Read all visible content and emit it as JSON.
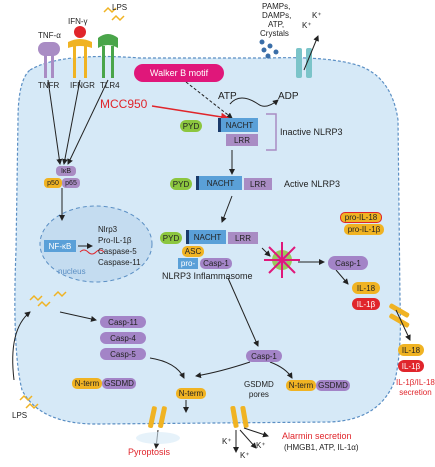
{
  "receptors": {
    "tnfa": "TNF-α",
    "ifng": "IFN-γ",
    "lps_top": "LPS",
    "tnfr": "TNFR",
    "ifngr": "IFNGR",
    "tlr4": "TLR4"
  },
  "stimuli": {
    "pamps": "PAMPs,",
    "damps": "DAMPs,",
    "atp": "ATP,",
    "crystals": "Crystals",
    "k1": "K⁺",
    "k2": "K⁺"
  },
  "walker_b": "Walker B motif",
  "mcc950": "MCC950",
  "atp_label": "ATP",
  "adp_label": "ADP",
  "inactive_label": "Inactive NLRP3",
  "active_label": "Active NLRP3",
  "domains": {
    "pyd": "PYD",
    "nacht": "NACHT",
    "lrr": "LRR",
    "asc": "ASC",
    "pro": "pro-",
    "casp1": "Casp-1"
  },
  "inflammasome_label": "NLRP3 Inflammasome",
  "nfkb": {
    "ikb": "IκB",
    "p50": "p50",
    "p65": "p65",
    "nucleus_nfkb": "NF-κB",
    "nucleus": "nucleus",
    "genes": [
      "Nlrp3",
      "Pro-IL-1β",
      "Caspase-5",
      "Caspase-11"
    ]
  },
  "casp1_active": "Casp-1",
  "pro_il18": "pro-IL-18",
  "pro_il1b": "pro-IL-1β",
  "il18": "IL-18",
  "il1b": "IL-1β",
  "il18_out": "IL-18",
  "il1b_out": "IL-1β",
  "secretion": "IL-1β/IL-18\nsecretion",
  "caspases": [
    "Casp-11",
    "Casp-4",
    "Casp-5"
  ],
  "nterm": "N-term",
  "gsdmd": "GSDMD",
  "casp1_lower": "Casp-1",
  "gsdmd_pores": "GSDMD\npores",
  "lps_bottom": "LPS",
  "pyroptosis": "Pyroptosis",
  "alarmin": "Alarmin secretion",
  "alarmin_sub": "(HMGB1, ATP, IL-1α)",
  "k_out": [
    "K⁺",
    "K⁺",
    "K⁺"
  ],
  "colors": {
    "cell_fill": "#d6e9f7",
    "cell_border": "#5b8fc4",
    "nucleus_fill": "#c4dcf0",
    "pyd": "#8cc63f",
    "nacht": "#5aa0d8",
    "lrr": "#a98cc4",
    "casp": "#a384c7",
    "walker": "#e0177a",
    "red": "#e0252b",
    "il": "#f0b323",
    "gsdmd": "#e6c96a"
  }
}
